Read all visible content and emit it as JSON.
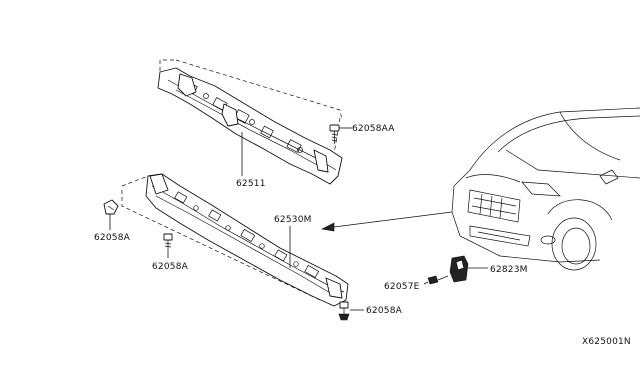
{
  "diagram_code": "X625001N",
  "callouts": {
    "upper_support": "62511",
    "upper_bolt": "62058AA",
    "lower_support": "62530M",
    "clip_left_upper": "62058A",
    "clip_left_lower": "62058A",
    "clip_bottom": "62058A",
    "bracket": "62823M",
    "bracket_screw": "62057E"
  },
  "colors": {
    "line": "#111111",
    "background": "#ffffff"
  }
}
